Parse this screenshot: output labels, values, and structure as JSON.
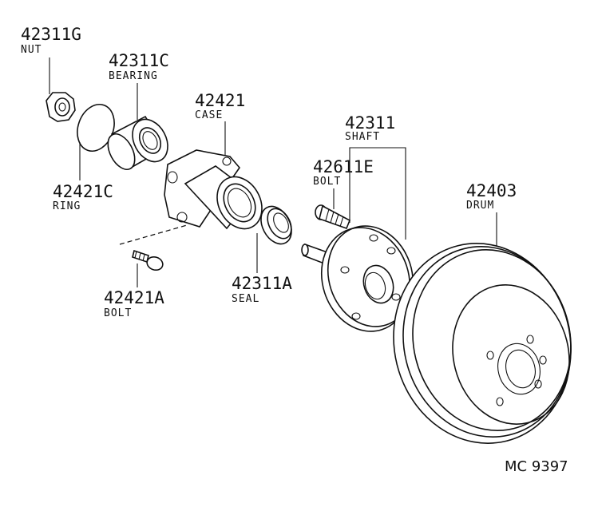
{
  "parts": [
    {
      "id": "nut",
      "number": "42311G",
      "name": "NUT"
    },
    {
      "id": "bearing",
      "number": "42311C",
      "name": "BEARING"
    },
    {
      "id": "case",
      "number": "42421",
      "name": "CASE"
    },
    {
      "id": "shaft",
      "number": "42311",
      "name": "SHAFT"
    },
    {
      "id": "hub-bolt",
      "number": "42611E",
      "name": "BOLT"
    },
    {
      "id": "drum",
      "number": "42403",
      "name": "DRUM"
    },
    {
      "id": "ring",
      "number": "42421C",
      "name": "RING"
    },
    {
      "id": "seal",
      "number": "42311A",
      "name": "SEAL"
    },
    {
      "id": "case-bolt",
      "number": "42421A",
      "name": "BOLT"
    }
  ],
  "diagram_code": "MC 9397"
}
